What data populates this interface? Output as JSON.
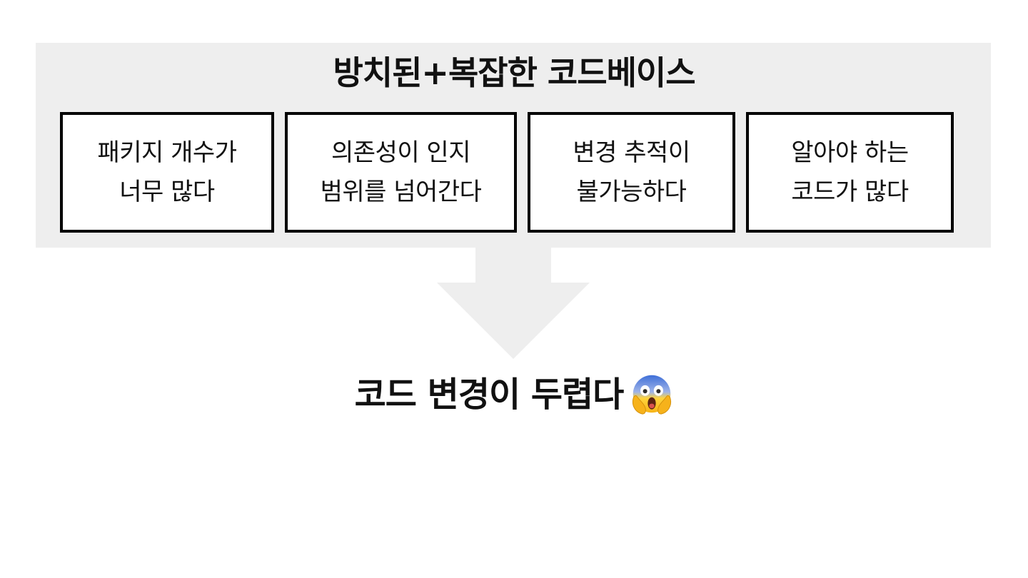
{
  "diagram": {
    "panel_title": "방치된+복잡한 코드베이스",
    "boxes": [
      {
        "line1": "패키지 개수가",
        "line2": "너무 많다"
      },
      {
        "line1": "의존성이 인지",
        "line2": "범위를 넘어간다"
      },
      {
        "line1": "변경 추적이",
        "line2": "불가능하다"
      },
      {
        "line1": "알아야 하는",
        "line2": "코드가 많다"
      }
    ],
    "conclusion": "코드 변경이 두렵다",
    "conclusion_icon": "screaming-face-emoji",
    "colors": {
      "panel_background": "#eeeeee",
      "arrow": "#eeeeee",
      "box_border": "#000000",
      "text": "#111111"
    }
  }
}
